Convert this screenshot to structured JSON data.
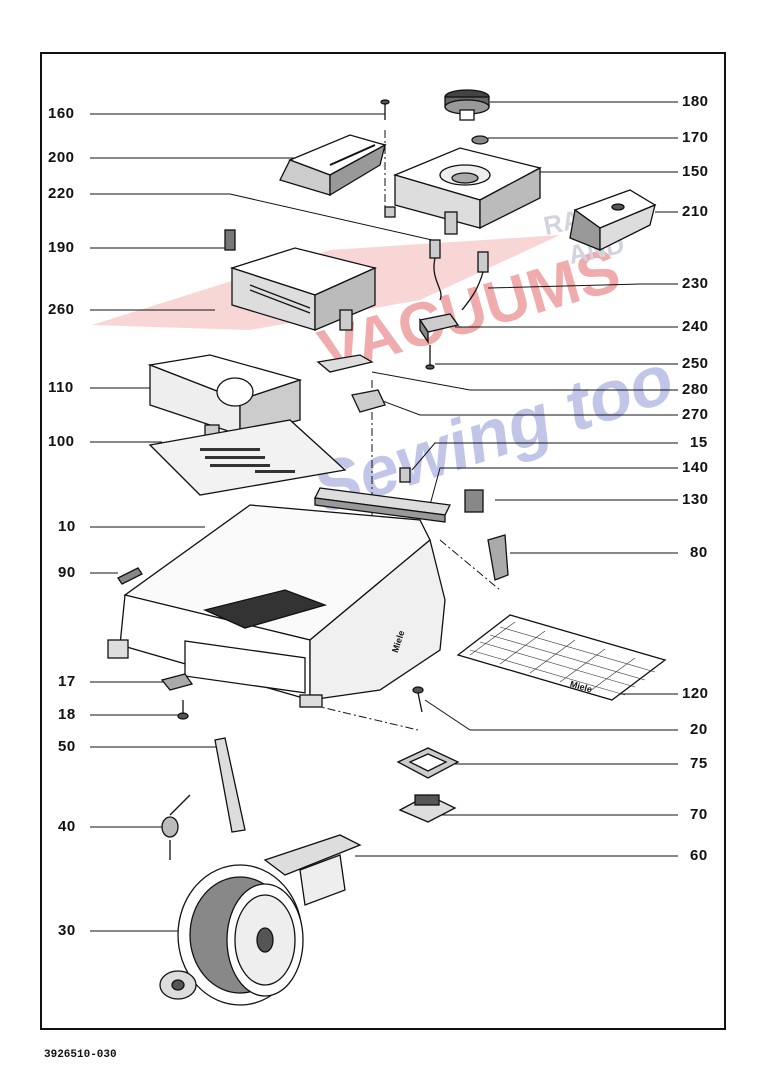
{
  "document_id": "3926510-030",
  "watermark": {
    "line1": "VACUUMS",
    "line1_small_a": "RAS",
    "line1_small_b": "AND",
    "line2": "Sewing too",
    "colors": {
      "red": "#e0302f",
      "blue": "#3a48a8"
    }
  },
  "left_labels": [
    {
      "id": "160",
      "text": "160"
    },
    {
      "id": "200",
      "text": "200"
    },
    {
      "id": "220",
      "text": "220"
    },
    {
      "id": "190",
      "text": "190"
    },
    {
      "id": "260",
      "text": "260"
    },
    {
      "id": "110",
      "text": "110"
    },
    {
      "id": "100",
      "text": "100"
    },
    {
      "id": "10",
      "text": "10"
    },
    {
      "id": "90",
      "text": "90"
    },
    {
      "id": "17",
      "text": "17"
    },
    {
      "id": "18",
      "text": "18"
    },
    {
      "id": "50",
      "text": "50"
    },
    {
      "id": "40",
      "text": "40"
    },
    {
      "id": "30",
      "text": "30"
    }
  ],
  "right_labels": [
    {
      "id": "180",
      "text": "180"
    },
    {
      "id": "170",
      "text": "170"
    },
    {
      "id": "150",
      "text": "150"
    },
    {
      "id": "210",
      "text": "210"
    },
    {
      "id": "230",
      "text": "230"
    },
    {
      "id": "240",
      "text": "240"
    },
    {
      "id": "250",
      "text": "250"
    },
    {
      "id": "280",
      "text": "280"
    },
    {
      "id": "270",
      "text": "270"
    },
    {
      "id": "15",
      "text": "15"
    },
    {
      "id": "140",
      "text": "140"
    },
    {
      "id": "130",
      "text": "130"
    },
    {
      "id": "80",
      "text": "80"
    },
    {
      "id": "120",
      "text": "120"
    },
    {
      "id": "20",
      "text": "20"
    },
    {
      "id": "75",
      "text": "75"
    },
    {
      "id": "70",
      "text": "70"
    },
    {
      "id": "60",
      "text": "60"
    }
  ],
  "stamps": {
    "housing_brand": "Miele",
    "filter_brand": "Miele"
  }
}
